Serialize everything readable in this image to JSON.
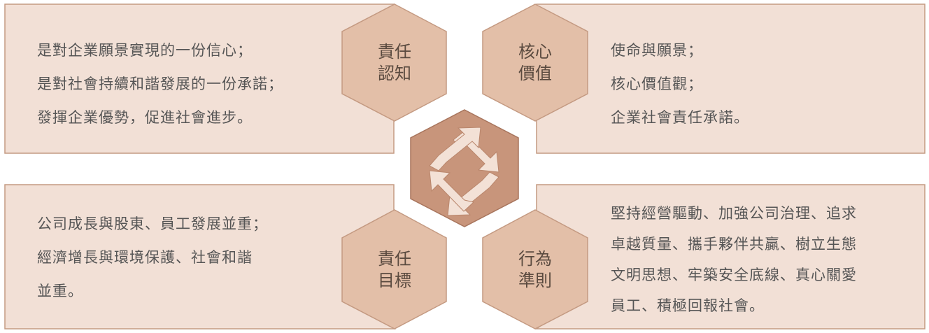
{
  "colors": {
    "panel_fill": "#f2e0d6",
    "panel_stroke": "#c49a82",
    "hex_fill": "#e3bfa8",
    "hex_stroke": "#c49a82",
    "center_fill": "#c8957b",
    "center_stroke": "#a8755d",
    "arrow_fill": "#f3e1d6",
    "text": "#555555"
  },
  "panels": {
    "top_left": {
      "lines": [
        "是對企業願景實現的一份信心；",
        "是對社會持續和諧發展的一份承諾；",
        "發揮企業優勢，促進社會進步。"
      ]
    },
    "top_right": {
      "lines": [
        "使命與願景；",
        "核心價值觀；",
        "企業社會責任承諾。"
      ]
    },
    "bottom_left": {
      "lines": [
        "公司成長與股東、員工發展並重；",
        "經濟增長與環境保護、社會和諧",
        "並重。"
      ]
    },
    "bottom_right": {
      "lines": [
        "堅持經營驅動、加強公司治理、追求",
        "卓越質量、攜手夥伴共贏、樹立生態",
        "文明思想、牢築安全底線、真心關愛",
        "員工、積極回報社會。"
      ]
    }
  },
  "hexagons": {
    "top_left": {
      "line1": "責任",
      "line2": "認知"
    },
    "top_right": {
      "line1": "核心",
      "line2": "價值"
    },
    "bottom_left": {
      "line1": "責任",
      "line2": "目標"
    },
    "bottom_right": {
      "line1": "行為",
      "line2": "準則"
    }
  },
  "center": {
    "icon": "cycle-arrows-icon"
  }
}
